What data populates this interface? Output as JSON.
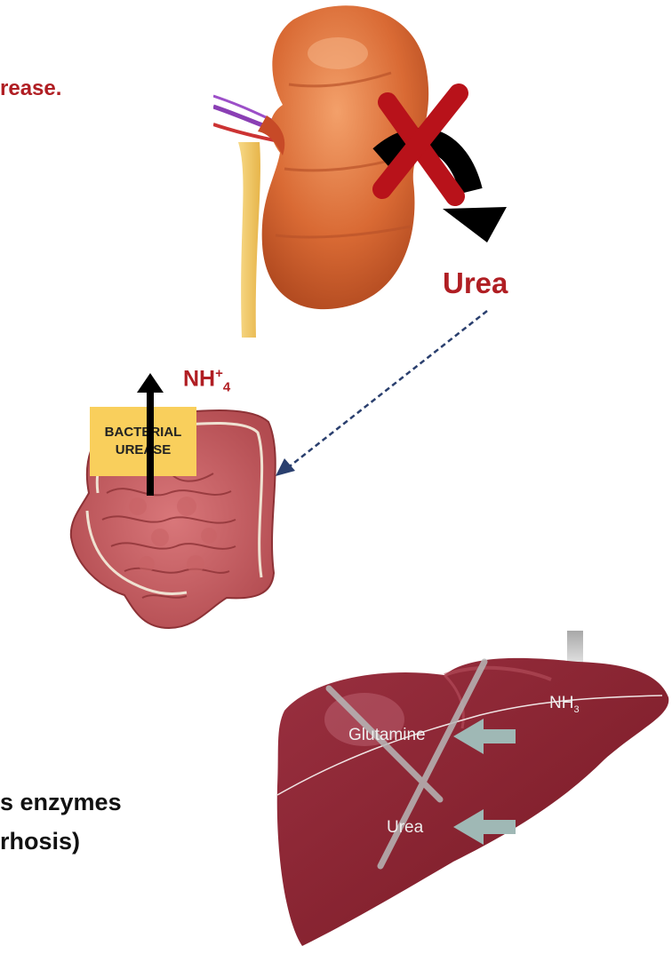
{
  "fragments": {
    "urease_line": "rease.",
    "enzymes_line": "s enzymes",
    "cirrhosis_line": "rhosis)"
  },
  "labels": {
    "urea": "Urea",
    "nh4_base": "NH",
    "nh4_charge": "+",
    "nh4_sub": "4",
    "bacterial": "BACTERIAL",
    "urease": "UREASE"
  },
  "liver": {
    "glutamine": "Glutamine",
    "urea": "Urea",
    "nh3_base": "NH",
    "nh3_sub": "3"
  },
  "colors": {
    "accent_red": "#b01e23",
    "box_yellow": "#f9cf5c",
    "kidney": "#d86a35",
    "intestine": "#c85f61",
    "liver": "#8a2533",
    "dashed_line": "#2a3f6e"
  },
  "icons": [
    "kidney-image",
    "intestine-image",
    "liver-image",
    "cross-mark-icon",
    "curved-arrow-icon",
    "up-arrow-icon"
  ]
}
